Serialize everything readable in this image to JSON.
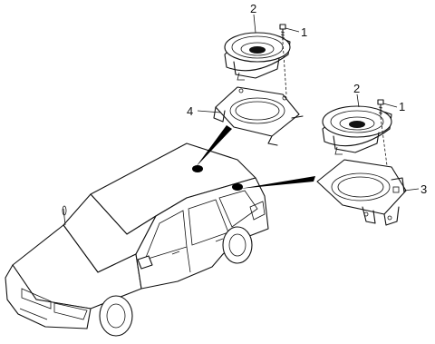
{
  "callouts": {
    "top_speaker_label": "2",
    "top_screw_label": "1",
    "top_bracket_label": "4",
    "right_speaker_label": "2",
    "right_screw_label": "1",
    "right_bracket_label": "3"
  },
  "colors": {
    "line": "#111111",
    "background": "#ffffff",
    "pointer": "#000000"
  }
}
